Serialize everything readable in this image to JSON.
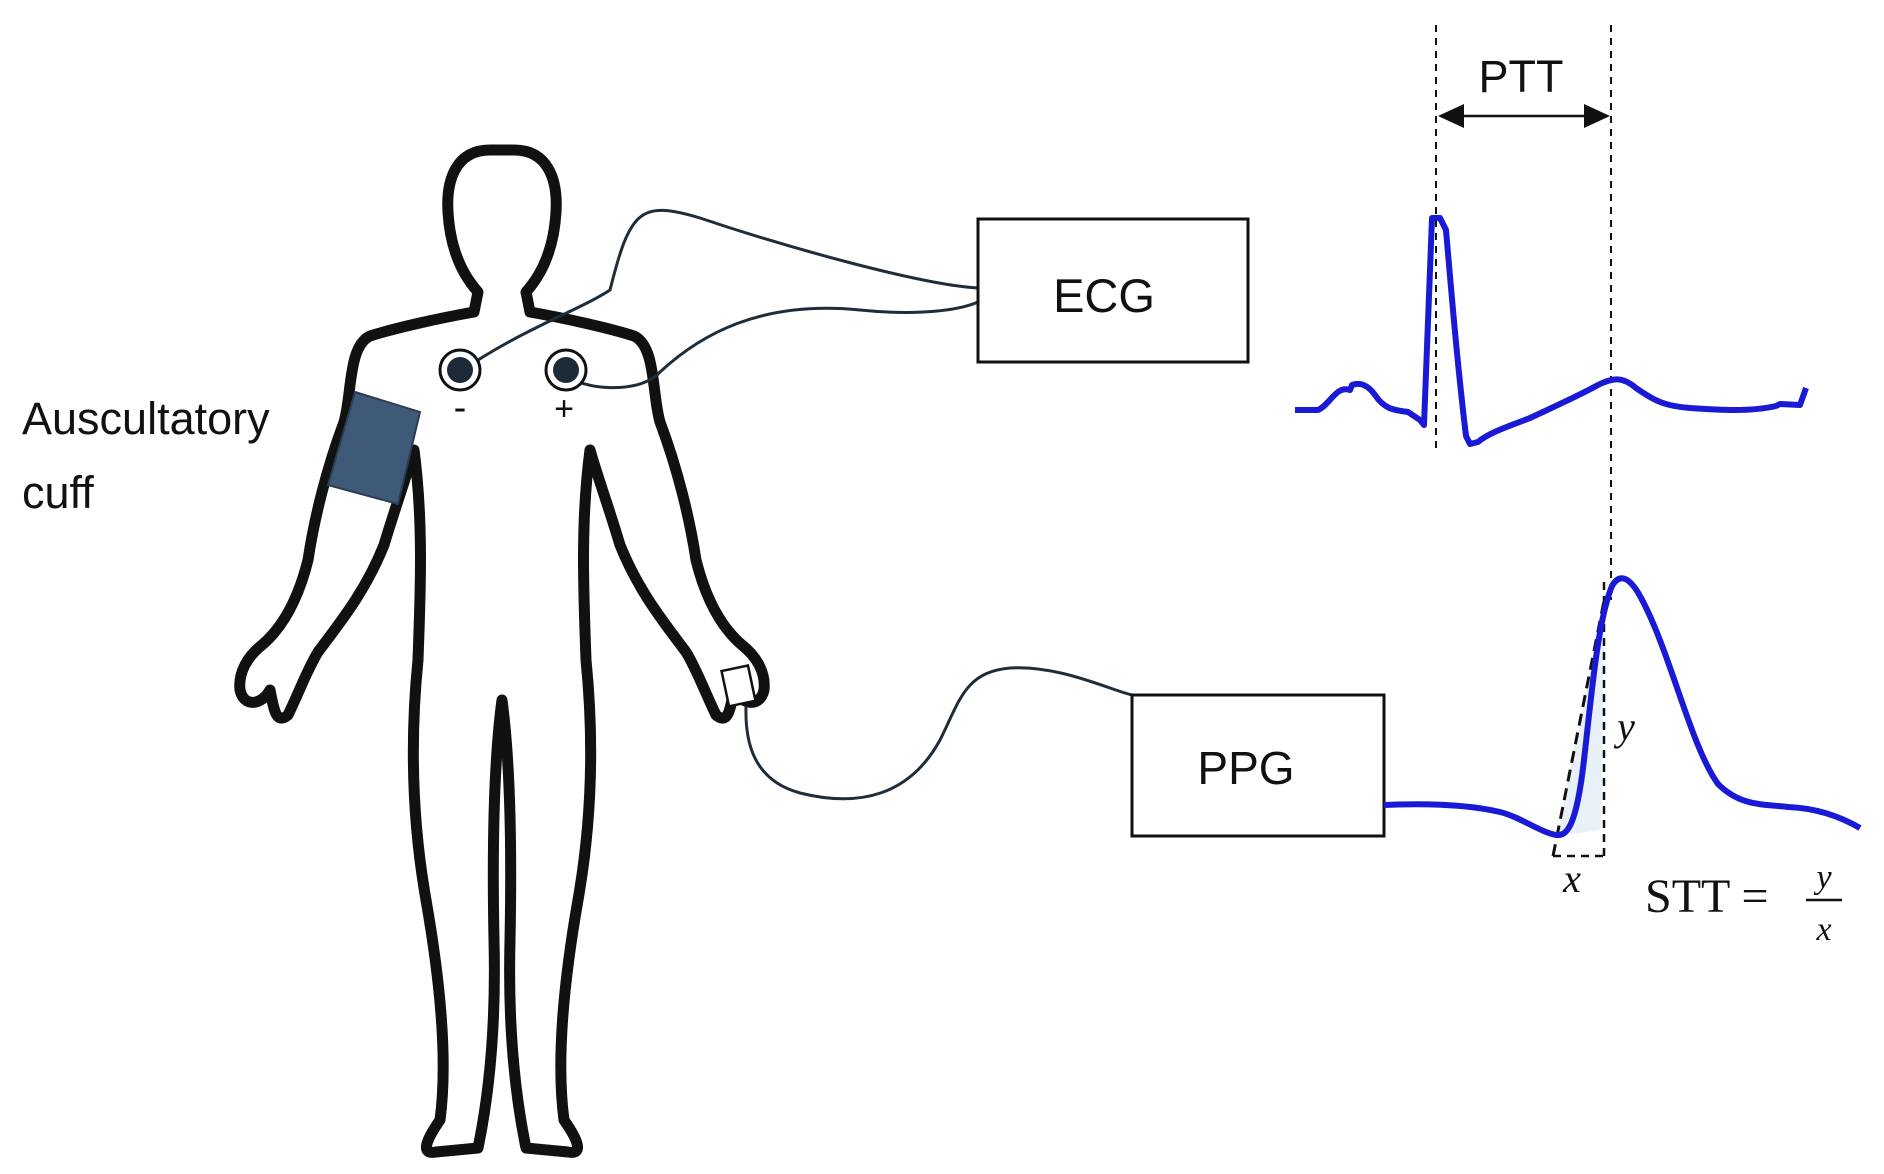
{
  "labels": {
    "cuff_line1": "Auscultatory",
    "cuff_line2": "cuff",
    "electrode_minus": "-",
    "electrode_plus": "+",
    "ecg_box": "ECG",
    "ppg_box": "PPG",
    "ptt": "PTT",
    "x": "x",
    "y": "y",
    "stt_lhs": "STT =",
    "stt_num": "y",
    "stt_den": "x"
  },
  "colors": {
    "signal": "#1a1ad6",
    "cuff": "#3e5a78",
    "wire": "#1f2d3a",
    "body": "#111111",
    "slope_fill": "#e8f0f8"
  }
}
